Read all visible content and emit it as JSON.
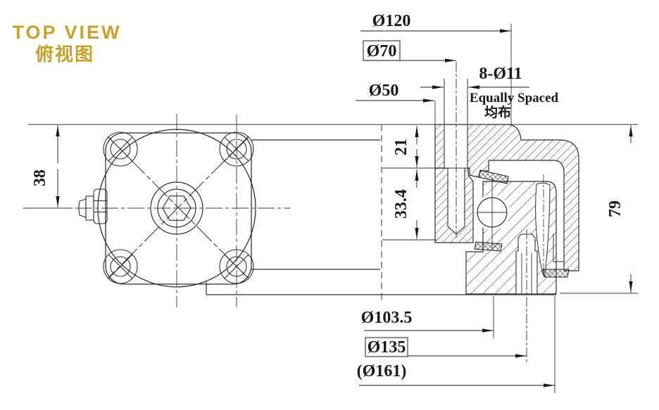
{
  "title": {
    "en": "TOP VIEW",
    "zh": "俯视图"
  },
  "colors": {
    "accent": "#C8A128",
    "line": "#2F2F2F",
    "dim_text": "#1A1A1A",
    "background": "#FFFFFF"
  },
  "dimensions": {
    "d120": {
      "label": "Ø120",
      "boxed": false
    },
    "d70": {
      "label": "Ø70",
      "boxed": true
    },
    "d50": {
      "label": "Ø50",
      "boxed": false
    },
    "bolt_holes": {
      "label": "8-Ø11",
      "note_en": "Equally Spaced",
      "note_zh": "均布"
    },
    "d38": {
      "label": "38"
    },
    "d21": {
      "label": "21"
    },
    "d33_4": {
      "label": "33.4"
    },
    "d79": {
      "label": "79"
    },
    "d103_5": {
      "label": "Ø103.5",
      "boxed": false
    },
    "d135": {
      "label": "Ø135",
      "boxed": true
    },
    "d161": {
      "label": "(Ø161)",
      "boxed": false
    }
  }
}
